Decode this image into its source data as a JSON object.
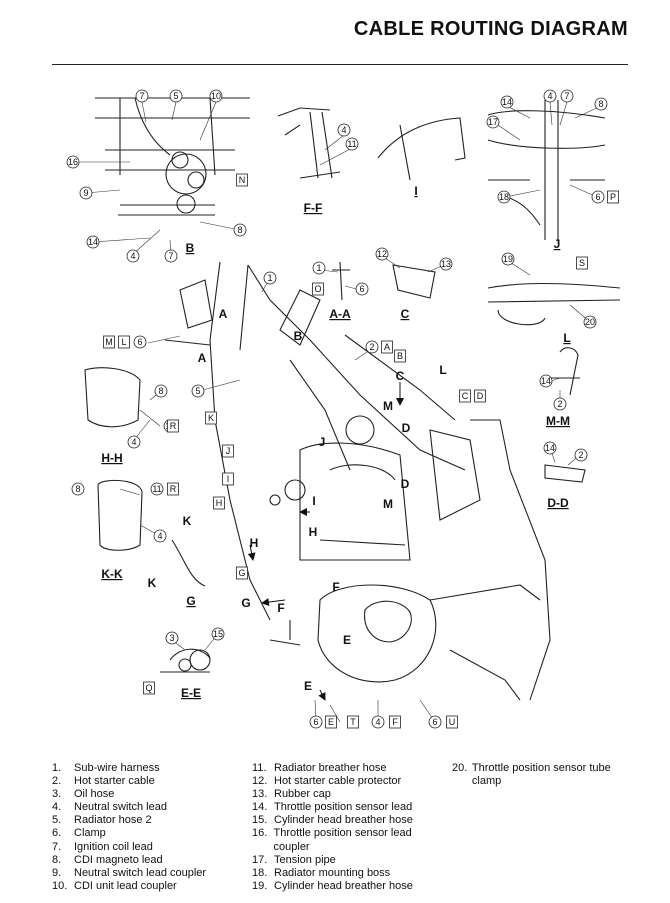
{
  "page_title": "CABLE ROUTING DIAGRAM",
  "views": {
    "B": "B",
    "FF": "F-F",
    "I": "I",
    "J": "J",
    "AA": "A-A",
    "C": "C",
    "L": "L",
    "HH": "H-H",
    "MM": "M-M",
    "DD": "D-D",
    "KK": "K-K",
    "G": "G",
    "EE": "E-E"
  },
  "callout_letters": {
    "A": "A",
    "B": "B",
    "C": "C",
    "D": "D",
    "E": "E",
    "F": "F",
    "G": "G",
    "H": "H",
    "I": "I",
    "J": "J",
    "K": "K",
    "L": "L",
    "M": "M",
    "N": "N",
    "O": "O",
    "P": "P",
    "Q": "Q",
    "R": "R",
    "S": "S",
    "T": "T",
    "U": "U"
  },
  "callout_numbers": [
    "1",
    "2",
    "3",
    "4",
    "5",
    "6",
    "7",
    "8",
    "9",
    "10",
    "11",
    "12",
    "13",
    "14",
    "15",
    "16",
    "17",
    "18",
    "19",
    "20"
  ],
  "legend": [
    {
      "num": "1.",
      "text": "Sub-wire harness"
    },
    {
      "num": "2.",
      "text": "Hot starter cable"
    },
    {
      "num": "3.",
      "text": "Oil hose"
    },
    {
      "num": "4.",
      "text": "Neutral switch lead"
    },
    {
      "num": "5.",
      "text": "Radiator hose 2"
    },
    {
      "num": "6.",
      "text": "Clamp"
    },
    {
      "num": "7.",
      "text": "Ignition coil lead"
    },
    {
      "num": "8.",
      "text": "CDI magneto lead"
    },
    {
      "num": "9.",
      "text": "Neutral switch lead coupler"
    },
    {
      "num": "10.",
      "text": "CDI unit lead coupler"
    },
    {
      "num": "11.",
      "text": "Radiator breather hose"
    },
    {
      "num": "12.",
      "text": "Hot starter cable protector"
    },
    {
      "num": "13.",
      "text": "Rubber cap"
    },
    {
      "num": "14.",
      "text": "Throttle position sensor lead"
    },
    {
      "num": "15.",
      "text": "Cylinder head breather hose"
    },
    {
      "num": "16.",
      "text": "Throttle position sensor lead coupler"
    },
    {
      "num": "17.",
      "text": "Tension pipe"
    },
    {
      "num": "18.",
      "text": "Radiator mounting boss"
    },
    {
      "num": "19.",
      "text": "Cylinder head breather hose"
    },
    {
      "num": "20.",
      "text": "Throttle position sensor tube clamp"
    }
  ]
}
